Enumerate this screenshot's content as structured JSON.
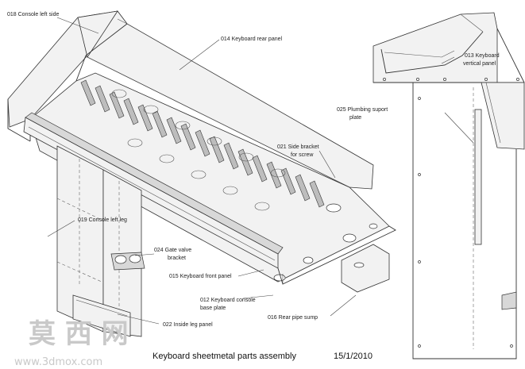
{
  "labels": {
    "l018": "018   Console left side",
    "l014": "014   Keyboard rear panel",
    "l013a": "013   Keyboard",
    "l013b": "vertical panel",
    "l025a": "025   Plumbing suport",
    "l025b": "plate",
    "l021a": "021   Side bracket",
    "l021b": "for screw",
    "l019": "019   Console left leg",
    "l024a": "024   Gate valve",
    "l024b": "bracket",
    "l015": "015   Keyboard front panel",
    "l012a": "012   Keyboard console",
    "l012b": "base plate",
    "l016": "016   Rear pipe sump",
    "l022": "022   Inside leg panel"
  },
  "title": {
    "text": "Keyboard sheetmetal parts assembly",
    "date": "15/1/2010"
  },
  "watermark": {
    "chars": "莫 西 网",
    "url": "www.3dmox.com"
  }
}
